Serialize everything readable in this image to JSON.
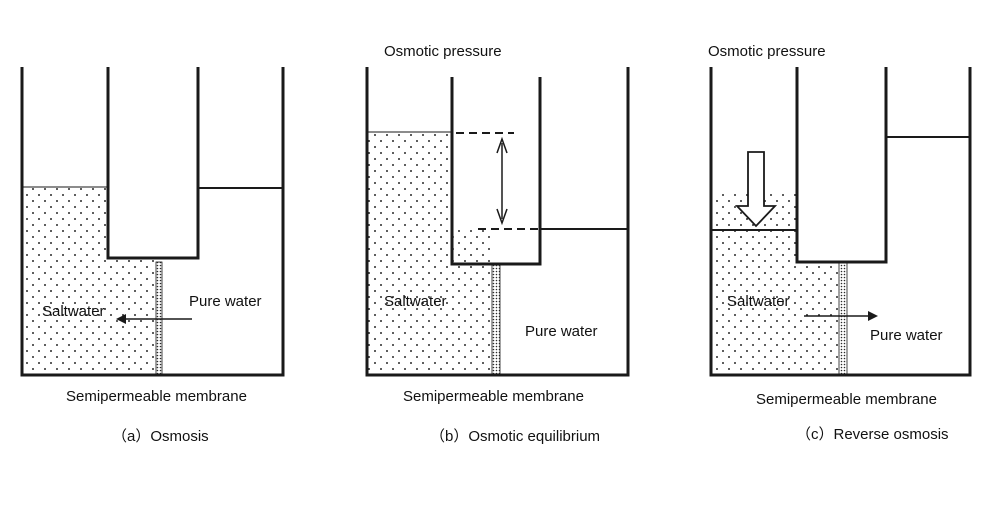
{
  "colors": {
    "wall": "#1a1a1a",
    "dot": "#2a2a2a",
    "background": "#ffffff"
  },
  "panel_a": {
    "liquid_left": "Saltwater",
    "liquid_right": "Pure water",
    "membrane": "Semipermeable membrane",
    "caption": "（a）Osmosis"
  },
  "panel_b": {
    "header": "Osmotic pressure",
    "liquid_left": "Saltwater",
    "liquid_right": "Pure water",
    "membrane": "Semipermeable membrane",
    "caption": "（b）Osmotic equilibrium"
  },
  "panel_c": {
    "header": "Osmotic pressure",
    "liquid_left": "Saltwater",
    "liquid_right": "Pure water",
    "membrane": "Semipermeable membrane",
    "caption": "（c）Reverse osmosis"
  }
}
